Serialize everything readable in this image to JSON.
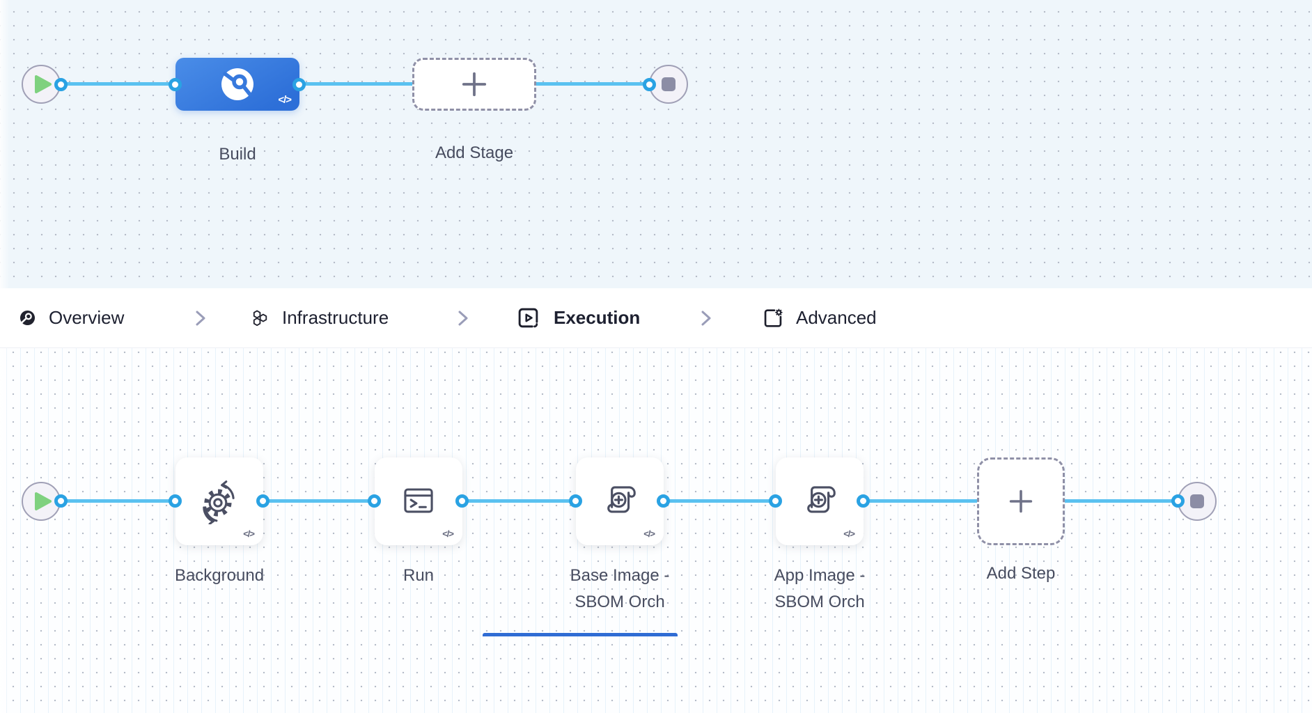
{
  "stage_canvas": {
    "start_node": {
      "icon": "play-icon"
    },
    "end_node": {
      "icon": "stop-icon"
    },
    "nodes": [
      {
        "label": "Build",
        "kind": "ci-stage",
        "icon": "ci-build-icon",
        "code_badge": "</>"
      },
      {
        "label": "Add Stage",
        "kind": "add-placeholder",
        "icon": "plus-icon"
      }
    ]
  },
  "tab_bar": {
    "separator_icon": "chevron-right-icon",
    "tabs": [
      {
        "label": "Overview",
        "icon": "overview-icon",
        "active": false
      },
      {
        "label": "Infrastructure",
        "icon": "infrastructure-icon",
        "active": false
      },
      {
        "label": "Execution",
        "icon": "execution-icon",
        "active": true
      },
      {
        "label": "Advanced",
        "icon": "advanced-icon",
        "active": false
      }
    ]
  },
  "step_canvas": {
    "start_node": {
      "icon": "play-icon"
    },
    "end_node": {
      "icon": "stop-icon"
    },
    "steps": [
      {
        "label_lines": [
          "Background"
        ],
        "icon": "background-gear-sync-icon",
        "code_badge": "</>"
      },
      {
        "label_lines": [
          "Run"
        ],
        "icon": "terminal-icon",
        "code_badge": "</>"
      },
      {
        "label_lines": [
          "Base Image -",
          "SBOM Orch"
        ],
        "icon": "sbom-scroll-plus-icon",
        "code_badge": "</>"
      },
      {
        "label_lines": [
          "App Image -",
          "SBOM Orch"
        ],
        "icon": "sbom-scroll-plus-icon",
        "code_badge": "</>"
      },
      {
        "label_lines": [
          "Add Step"
        ],
        "icon": "plus-icon"
      }
    ]
  },
  "colors": {
    "edge": "#5ac1f0",
    "port_ring": "#2aa2e3",
    "stage_blue_start": "#4a8de8",
    "stage_blue_end": "#2d6fd8",
    "play_green": "#7fd17f",
    "stop_gray": "#8c8da5",
    "tab_underline": "#2f6cd4",
    "canvas_top_bg": "#eff6fb",
    "canvas_bottom_bg": "#fdfeff",
    "dashed_border": "#8f90a7",
    "label_text": "#474c5f",
    "tab_text": "#1d2030"
  }
}
